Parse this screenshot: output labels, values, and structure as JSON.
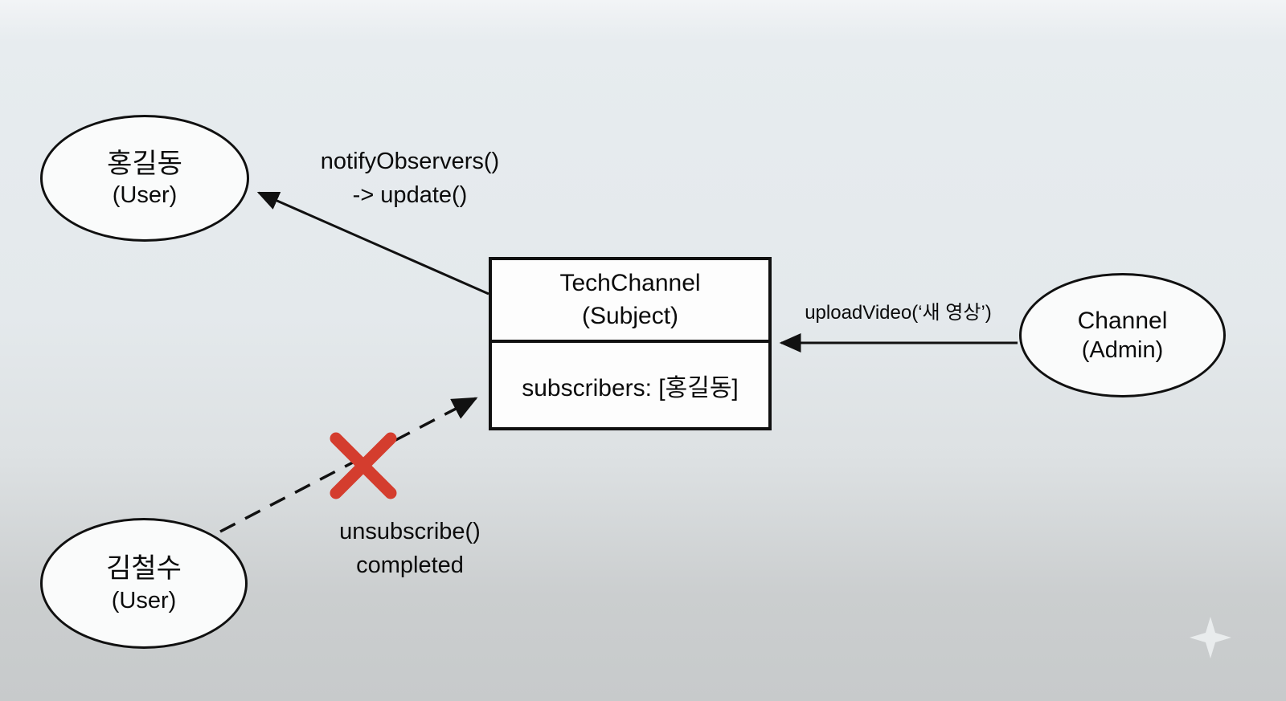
{
  "nodes": {
    "user1": {
      "name": "홍길동",
      "role": "(User)"
    },
    "user2": {
      "name": "김철수",
      "role": "(User)"
    },
    "admin": {
      "name": "Channel",
      "role": "(Admin)"
    },
    "subject": {
      "name": "TechChannel",
      "role": "(Subject)",
      "attribute": "subscribers: [홍길동]"
    }
  },
  "edges": {
    "notify": {
      "line1": "notifyObservers()",
      "line2": "-> update()",
      "style": "solid-arrow"
    },
    "upload": {
      "label": "uploadVideo(‘새 영상’)",
      "style": "solid-arrow"
    },
    "unsubscribe": {
      "line1": "unsubscribe()",
      "line2": "completed",
      "style": "dashed-arrow-crossed"
    }
  },
  "colors": {
    "line": "#111111",
    "x_mark": "#d43d2e",
    "node_fill": "#fafbfb"
  },
  "icons": {
    "x_mark": "cancelled-cross",
    "sparkle": "sparkle-star"
  }
}
